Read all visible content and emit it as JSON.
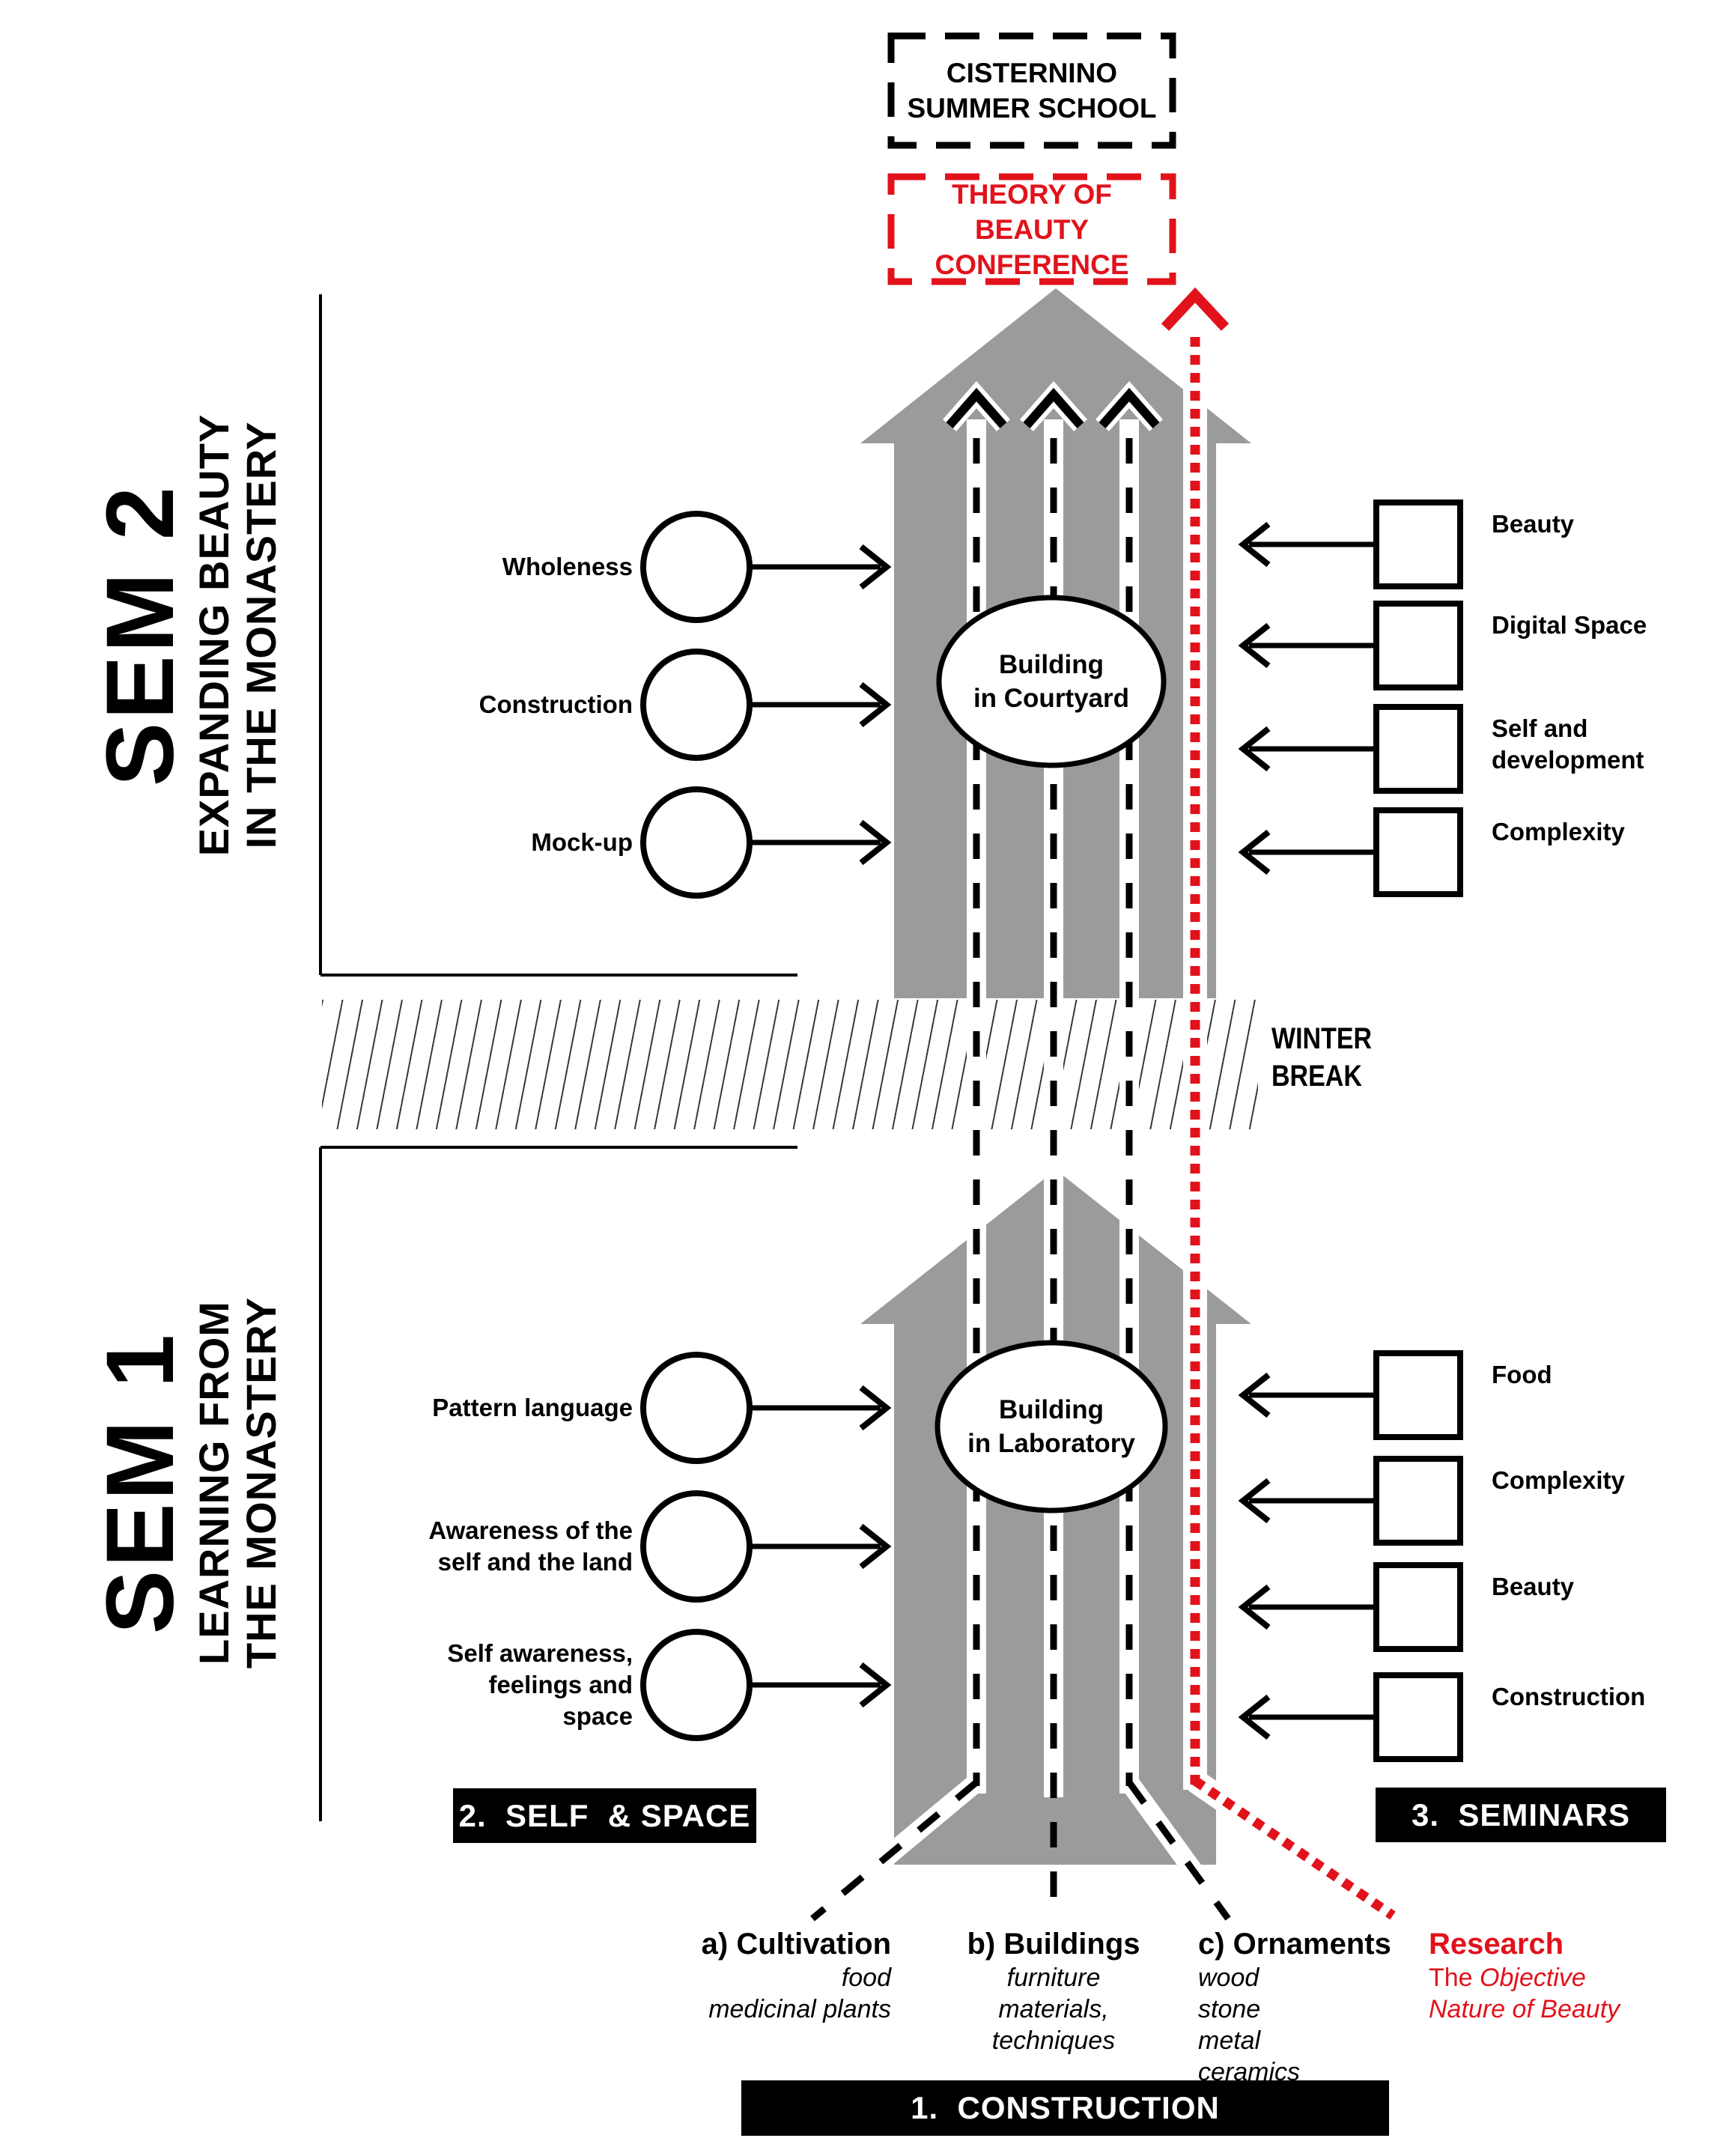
{
  "colors": {
    "accent_red": "#e2121b",
    "arrow_gray": "#9b9b9b",
    "ink": "#000000"
  },
  "icons": {
    "sem-flow-arrow": "gray block arrow pointing up",
    "track-arrowhead-icon": "chevron arrowhead",
    "dashed-track": "black dashed vertical arrow",
    "research-track": "red dotted vertical arrow"
  },
  "header": {
    "summer_school": {
      "line1": "CISTERNINO",
      "line2": "SUMMER SCHOOL"
    },
    "conference": {
      "line1": "THEORY OF BEAUTY",
      "line2": "CONFERENCE"
    }
  },
  "sem2": {
    "title": "SEM 2",
    "subtitle1": "EXPANDING BEAUTY",
    "subtitle2": "IN THE MONASTERY",
    "center": {
      "line1": "Building",
      "line2": "in Courtyard"
    },
    "left_items": [
      "Wholeness",
      "Construction",
      "Mock-up"
    ],
    "right_items": [
      "Beauty",
      "Digital Space",
      "Self and development",
      "Complexity"
    ]
  },
  "winter_break": {
    "line1": "WINTER",
    "line2": "BREAK"
  },
  "sem1": {
    "title": "SEM 1",
    "subtitle1": "LEARNING FROM",
    "subtitle2": "THE MONASTERY",
    "center": {
      "line1": "Building",
      "line2": "in Laboratory"
    },
    "left_items": [
      "Pattern language",
      "Awareness of the self and the land",
      "Self awareness, feelings and space"
    ],
    "right_items": [
      "Food",
      "Complexity",
      "Beauty",
      "Construction"
    ]
  },
  "banners": {
    "self_space": "2.  SELF  & SPACE",
    "seminars": "3.  SEMINARS",
    "construction": "1.  CONSTRUCTION"
  },
  "tracks": {
    "a": {
      "heading": "a) Cultivation",
      "details": [
        "food",
        "medicinal plants"
      ]
    },
    "b": {
      "heading": "b) Buildings",
      "details": [
        "furniture",
        "materials,",
        "techniques"
      ]
    },
    "c": {
      "heading": "c) Ornaments",
      "details": [
        "wood",
        "stone",
        "metal",
        "ceramics"
      ]
    },
    "research": {
      "heading": "Research",
      "line1_prefix": "The ",
      "line1_italic": "Objective",
      "line2": "Nature of Beauty"
    }
  }
}
